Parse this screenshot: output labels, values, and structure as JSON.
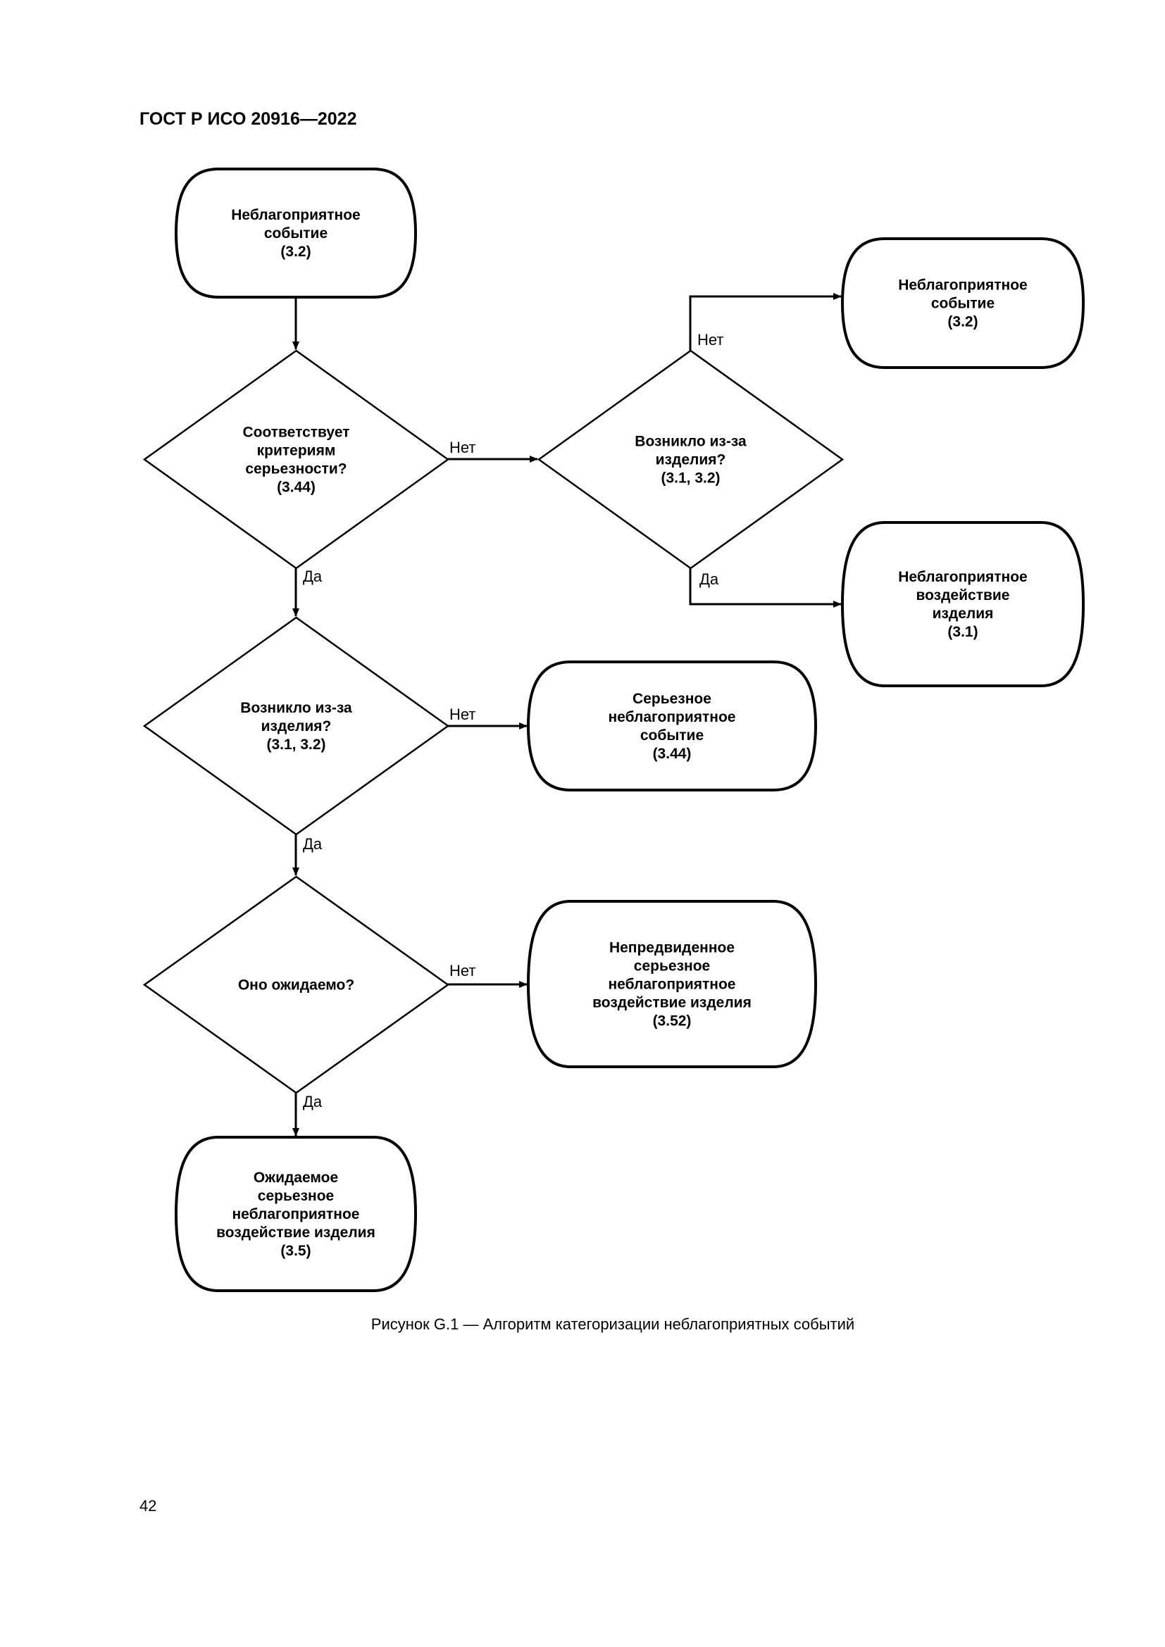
{
  "header": {
    "title": "ГОСТ Р ИСО 20916—2022"
  },
  "nodes": {
    "start": [
      "Неблагоприятное",
      "событие",
      "(3.2)"
    ],
    "q_serious": [
      "Соответствует",
      "критериям",
      "серьезности?",
      "(3.44)"
    ],
    "q_product_right": [
      "Возникло из-за",
      "изделия?",
      "(3.1, 3.2)"
    ],
    "end_ae": [
      "Неблагоприятное",
      "событие",
      "(3.2)"
    ],
    "end_ade": [
      "Неблагоприятное",
      "воздействие",
      "изделия",
      "(3.1)"
    ],
    "q_product": [
      "Возникло из-за",
      "изделия?",
      "(3.1, 3.2)"
    ],
    "end_sae": [
      "Серьезное",
      "неблагоприятное",
      "событие",
      "(3.44)"
    ],
    "q_expected": [
      "Оно ожидаемо?"
    ],
    "end_usade": [
      "Непредвиденное",
      "серьезное",
      "неблагоприятное",
      "воздействие изделия",
      "(3.52)"
    ],
    "end_asade": [
      "Ожидаемое",
      "серьезное",
      "неблагоприятное",
      "воздействие изделия",
      "(3.5)"
    ]
  },
  "edge_labels": {
    "no1": "Нет",
    "yes1": "Да",
    "no_right": "Нет",
    "yes_right": "Да",
    "no2": "Нет",
    "yes2": "Да",
    "no3": "Нет",
    "yes3": "Да"
  },
  "caption": "Рисунок G.1 — Алгоритм категоризации неблагоприятных событий",
  "page_number": "42"
}
